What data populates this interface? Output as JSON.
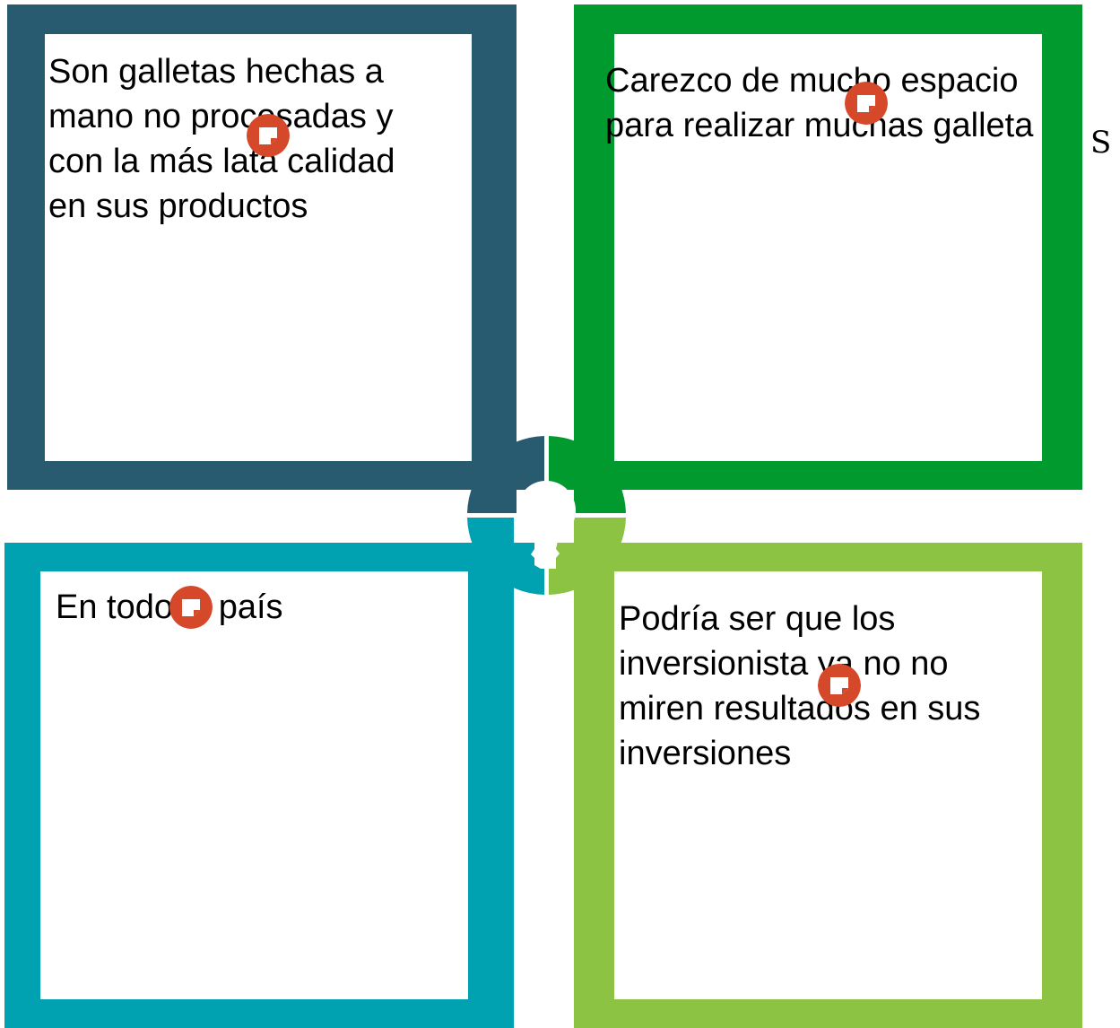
{
  "colors": {
    "top_left": "#285a70",
    "top_right": "#009a2e",
    "bottom_left": "#00a1b0",
    "bottom_right": "#8dc342",
    "note_icon": "#d5492a",
    "background": "#ffffff"
  },
  "quadrants": {
    "top_left": {
      "text": "Son galletas hechas a\nmano no procesadas y\ncon la más lata calidad\nen sus productos"
    },
    "top_right": {
      "text": "Carezco de mucho espacio\npara realizar muchas galleta",
      "overflow_char": "S"
    },
    "bottom_left": {
      "text": "En todo el país"
    },
    "bottom_right": {
      "text": "Podría ser que los\ninversionista ya no no\nmiren resultados en sus\ninversiones"
    }
  },
  "center_icon": {
    "name": "lightbulb-head-icon"
  },
  "note_icons": [
    {
      "name": "comment-note-icon"
    },
    {
      "name": "comment-note-icon"
    },
    {
      "name": "comment-note-icon"
    },
    {
      "name": "comment-note-icon"
    }
  ]
}
